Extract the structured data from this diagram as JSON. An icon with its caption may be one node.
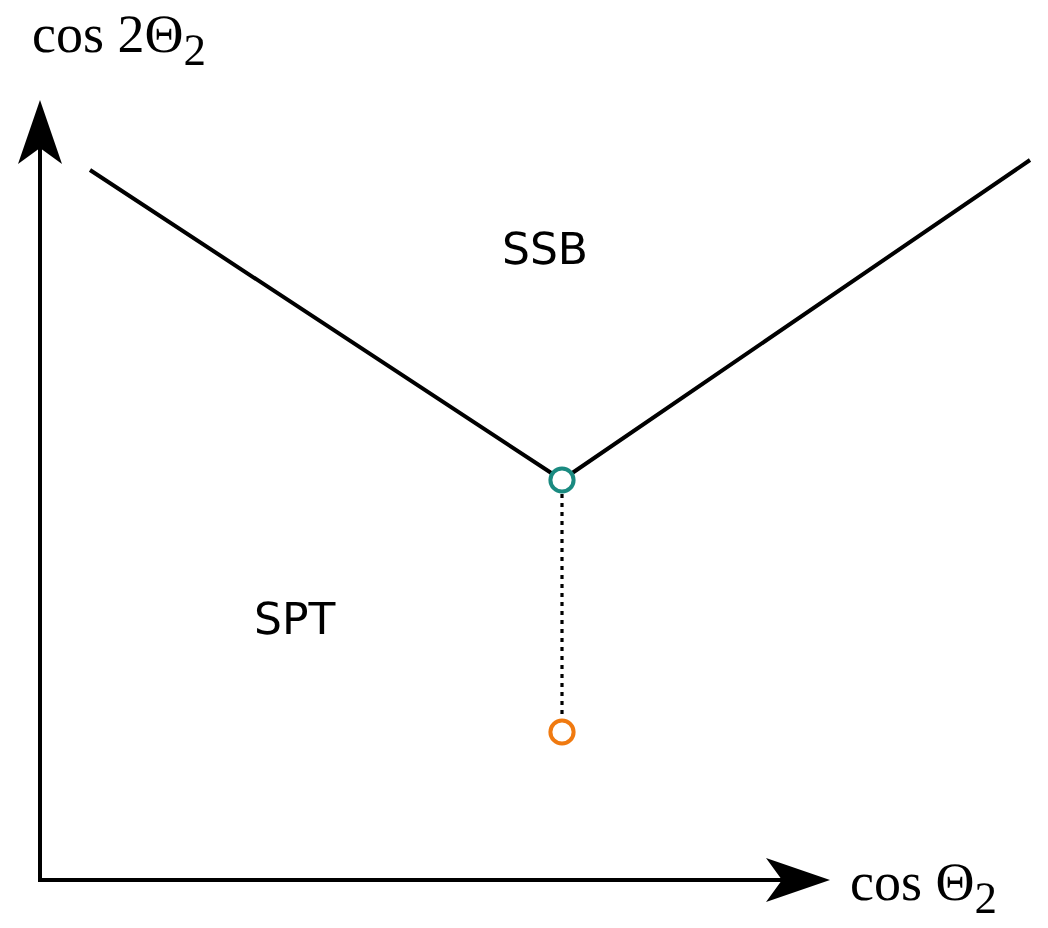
{
  "diagram": {
    "nodes": [
      {
        "text": [],
        "shape": "circle"
      },
      {
        "text": [],
        "shape": "circle"
      }
    ],
    "edges": [
      {
        "from": 0,
        "to": 1,
        "arrow": "none",
        "style": "dashed"
      }
    ],
    "labels": [
      "cos 2Θ$_{2}$",
      "SSB",
      "SPT",
      "cos Θ$_{2}$"
    ]
  }
}
